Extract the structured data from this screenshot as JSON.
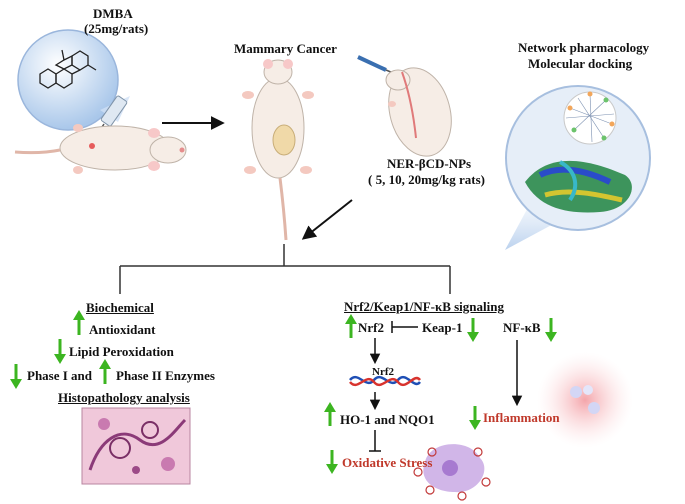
{
  "dmba": {
    "title": "DMBA",
    "dose": "(25mg/rats)"
  },
  "mammary_cancer": "Mammary  Cancer",
  "network": {
    "line1": "Network pharmacology",
    "line2": "Molecular docking"
  },
  "ner": {
    "name": "NER-βCD-NPs",
    "dose": "( 5, 10, 20mg/kg rats)"
  },
  "left": {
    "biochemical": "Biochemical",
    "antioxidant": "Antioxidant",
    "lipid": "Lipid Peroxidation",
    "phase_i": "Phase I and",
    "phase_ii": "Phase II Enzymes",
    "histo": "Histopathology analysis"
  },
  "right": {
    "title": "Nrf2/Keap1/NF-κB signaling",
    "nrf2": "Nrf2",
    "keap1": "Keap-1",
    "nfkb": "NF-κB",
    "dna_nrf2": "Nrf2",
    "ho1": "HO-1 and NQO1",
    "oxidative": "Oxidative Stress",
    "inflammation": "Inflammation"
  },
  "colors": {
    "up_arrow": "#3cb521",
    "down_arrow": "#3cb521",
    "red_text": "#c0392b",
    "line": "#333333"
  }
}
